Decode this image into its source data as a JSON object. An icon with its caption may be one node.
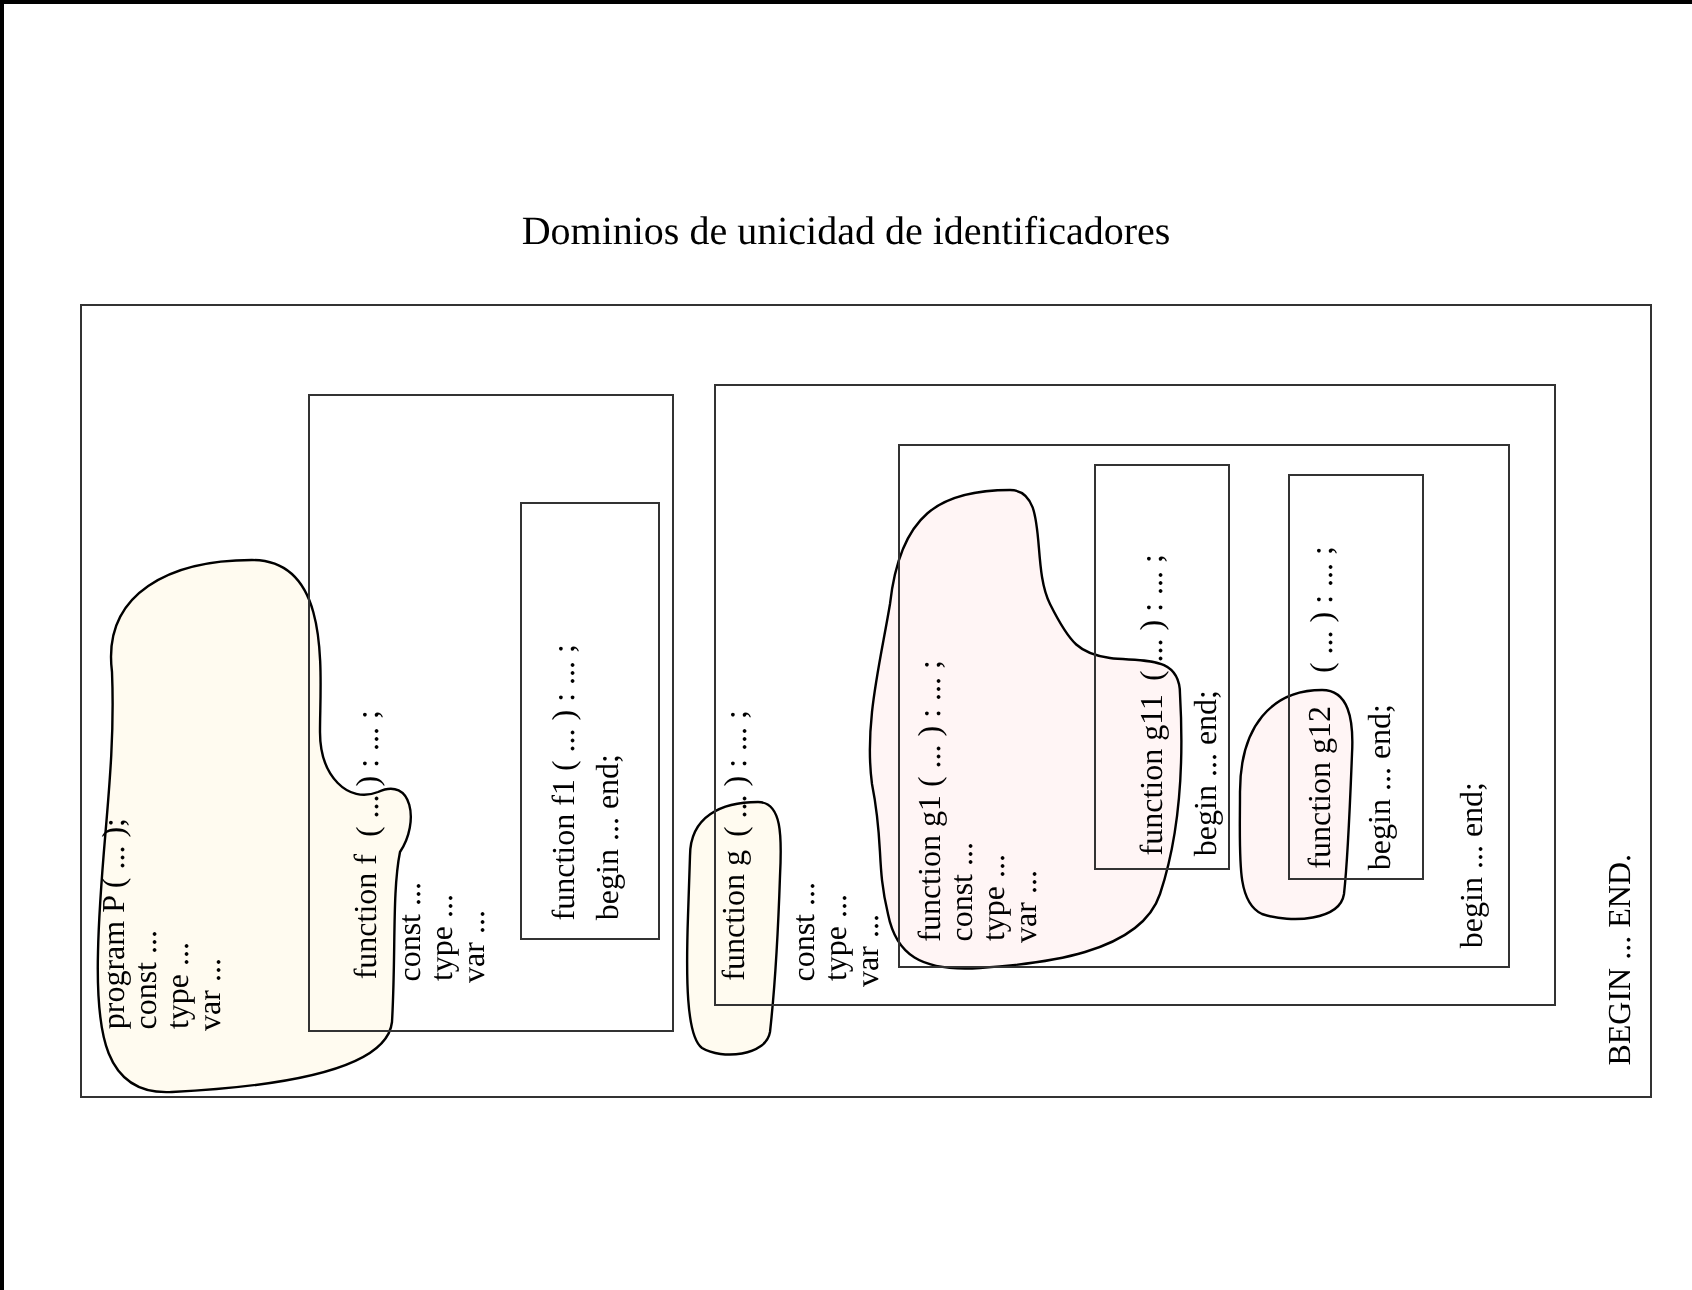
{
  "diagram": {
    "title": "Dominios de unicidad de identificadores",
    "nodes": [
      {
        "text": [
          "BEGIN ... END."
        ]
      },
      {
        "text": [
          "program P ( ... );",
          "const ...",
          "type ...",
          "var ...",
          "function f"
        ],
        "in": 0
      },
      {
        "text": [
          "( ... ) : ... ;",
          "const ...",
          "type ...",
          "var ..."
        ],
        "in": 0
      },
      {
        "text": [
          "function f1 ( ... ) : ... ;",
          "begin ... end;"
        ],
        "in": 2
      },
      {
        "text": [
          "function g"
        ],
        "in": 0
      },
      {
        "text": [
          "( ... ) : ... ;",
          "const ...",
          "type ...",
          "var ..."
        ],
        "in": 0
      },
      {
        "text": [
          "begin ... end;"
        ],
        "in": 5
      },
      {
        "text": [
          "function g1 ( ... ) : ... ;",
          "const ...",
          "type ...",
          "var ..."
        ],
        "in": 5
      },
      {
        "text": [
          "function g11",
          "( ... ) : ... ;",
          "begin ... end;"
        ],
        "in": 6
      },
      {
        "text": [
          "( ... ) : ... ;",
          "begin ... end;"
        ],
        "in": 6
      },
      {
        "text": [
          "function g12"
        ],
        "in": 6
      }
    ],
    "edges": []
  }
}
